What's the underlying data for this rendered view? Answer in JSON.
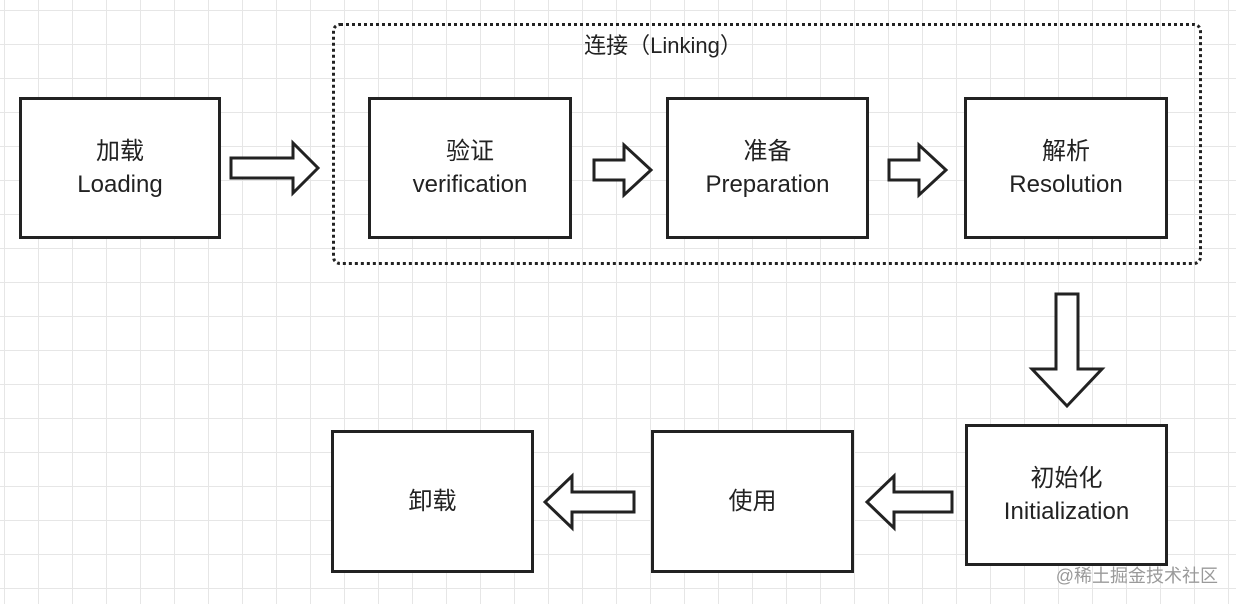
{
  "linking_group": {
    "title": "连接（Linking）"
  },
  "steps": {
    "loading": {
      "line1": "加载",
      "line2": "Loading"
    },
    "verification": {
      "line1": "验证",
      "line2": "verification"
    },
    "preparation": {
      "line1": "准备",
      "line2": "Preparation"
    },
    "resolution": {
      "line1": "解析",
      "line2": "Resolution"
    },
    "initialization": {
      "line1": "初始化",
      "line2": "Initialization"
    },
    "using": {
      "line1": "使用"
    },
    "unloading": {
      "line1": "卸载"
    }
  },
  "watermark": "@稀土掘金技术社区"
}
